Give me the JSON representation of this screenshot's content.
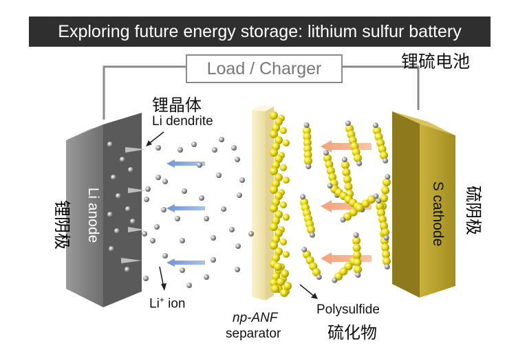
{
  "title": "Exploring future energy storage: lithium sulfur battery",
  "title_cn": "锂硫电池",
  "load_label": "Load / Charger",
  "anode": {
    "label": "Li anode",
    "label_cn": "锂阴极"
  },
  "cathode": {
    "label": "S cathode",
    "label_cn": "硫阴极"
  },
  "dendrite": {
    "label": "Li dendrite",
    "label_cn": "锂晶体"
  },
  "ion": {
    "label_main": "Li",
    "label_sup": "+",
    "label_rest": " ion"
  },
  "separator": {
    "label_italic": "np-ANF",
    "label": "separator"
  },
  "polysulfide": {
    "label": "Polysulfide",
    "label_cn": "硫化物"
  },
  "colors": {
    "title_bg": "#2f2f2f",
    "anode_front": "#8c8c8c",
    "anode_side": "#5a5a5a",
    "cathode_front": "#bfa735",
    "cathode_side": "#8e7a1c",
    "separator": "#f3e7b4",
    "sulfur": "#f2e21a",
    "ion": "#9a9a9a",
    "ion_arrow": "#8faee0",
    "polysulfide_arrow": "#f2b08c",
    "wire": "#8a8a8a"
  }
}
